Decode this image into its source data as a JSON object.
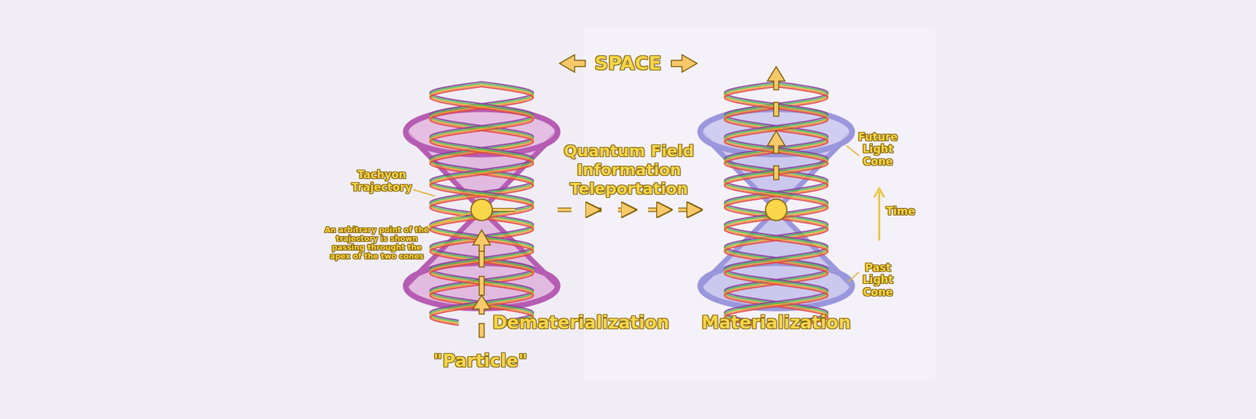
{
  "diagram": {
    "nodes": [
      {
        "text": [
          "Dematerialization"
        ]
      },
      {
        "text": [
          "Materialization"
        ]
      }
    ],
    "edges": [
      {
        "from": 0,
        "to": 1,
        "arrow": "to",
        "label": "Quantum Field Information Teleportation"
      }
    ],
    "labels": [
      "SPACE",
      "Tachyon Trajectory",
      "An arbitrary point of the trajectory is shown passing throught the apex of the two cones",
      "Future Light Cone",
      "Past Light Cone",
      "Time",
      "\"Particle\""
    ]
  }
}
